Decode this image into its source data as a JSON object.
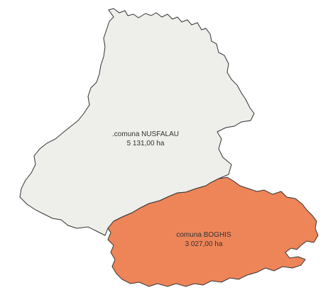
{
  "regions": [
    {
      "name_label": ".comuna NUSFALAU",
      "area_label": "5 131,00 ha",
      "fill": "#eeeeea",
      "stroke": "#333333"
    },
    {
      "name_label": "comuna BOGHIS",
      "area_label": "3 027,00 ha",
      "fill": "#ee8558",
      "stroke": "#333333"
    }
  ]
}
